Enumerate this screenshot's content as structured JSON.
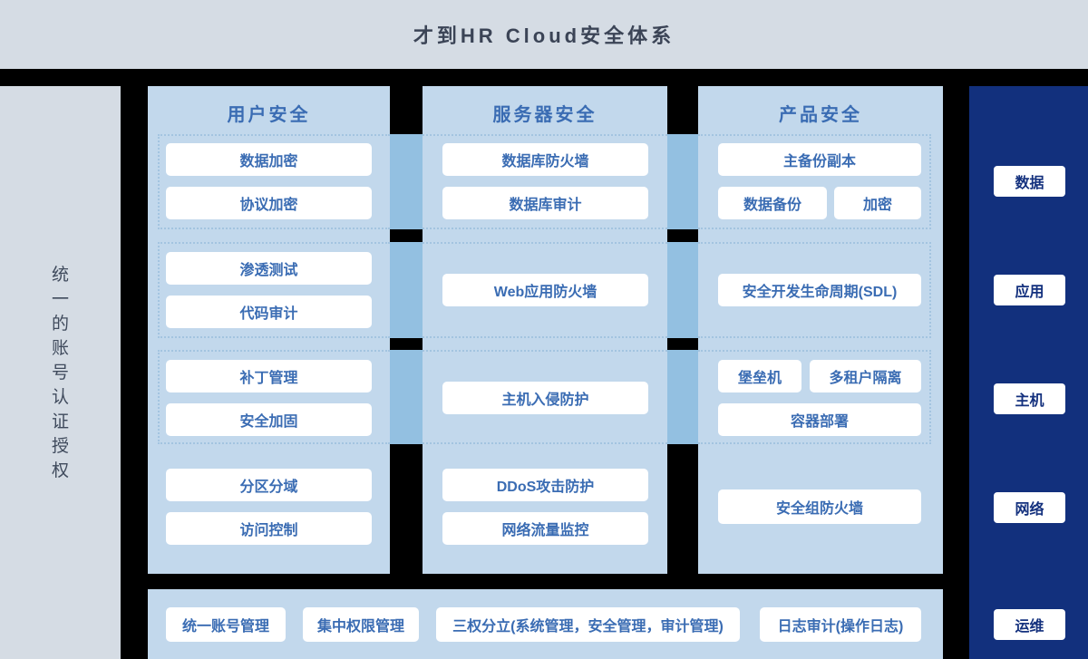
{
  "header": {
    "title": "才到HR Cloud安全体系"
  },
  "left_sidebar": {
    "text": "统一的账号认证授权",
    "chars": [
      "统",
      "一",
      "的",
      "账",
      "号",
      "认",
      "证",
      "授",
      "权"
    ]
  },
  "columns": [
    {
      "title": "用户安全",
      "groups": [
        {
          "dashed": true,
          "rows": [
            [
              "数据加密"
            ],
            [
              "协议加密"
            ]
          ]
        },
        {
          "dashed": true,
          "rows": [
            [
              "渗透测试"
            ],
            [
              "代码审计"
            ]
          ]
        },
        {
          "dashed": true,
          "rows": [
            [
              "补丁管理"
            ],
            [
              "安全加固"
            ]
          ]
        },
        {
          "dashed": false,
          "rows": [
            [
              "分区分域"
            ],
            [
              "访问控制"
            ]
          ]
        }
      ]
    },
    {
      "title": "服务器安全",
      "groups": [
        {
          "dashed": true,
          "rows": [
            [
              "数据库防火墙"
            ],
            [
              "数据库审计"
            ]
          ]
        },
        {
          "dashed": true,
          "rows": [
            [
              "Web应用防火墙"
            ]
          ]
        },
        {
          "dashed": true,
          "rows": [
            [
              "主机入侵防护"
            ]
          ]
        },
        {
          "dashed": false,
          "rows": [
            [
              "DDoS攻击防护"
            ],
            [
              "网络流量监控"
            ]
          ]
        }
      ]
    },
    {
      "title": "产品安全",
      "groups": [
        {
          "dashed": true,
          "rows": [
            [
              "主备份副本"
            ],
            [
              "数据备份",
              "加密"
            ]
          ]
        },
        {
          "dashed": true,
          "rows": [
            [
              "安全开发生命周期(SDL)"
            ]
          ]
        },
        {
          "dashed": true,
          "rows": [
            [
              "堡垒机",
              "多租户隔离"
            ],
            [
              "容器部署"
            ]
          ]
        },
        {
          "dashed": false,
          "rows": [
            [
              "安全组防火墙"
            ]
          ]
        }
      ]
    }
  ],
  "right_sidebar": {
    "items": [
      "数据",
      "应用",
      "主机",
      "网络",
      "运维"
    ]
  },
  "bottom_bar": {
    "items": [
      "统一账号管理",
      "集中权限管理",
      "三权分立(系统管理，安全管理，审计管理)",
      "日志审计(操作日志)"
    ]
  },
  "colors": {
    "background": "#000000",
    "header_bg": "#d5dce4",
    "column_bg": "#c2d8ec",
    "bridge": "#93c0e1",
    "dotted_border": "#a3c4e0",
    "blue_text": "#3a6cb3",
    "navy_bg": "#12307d",
    "navy_text": "#14317e",
    "header_text": "#3b4456"
  }
}
